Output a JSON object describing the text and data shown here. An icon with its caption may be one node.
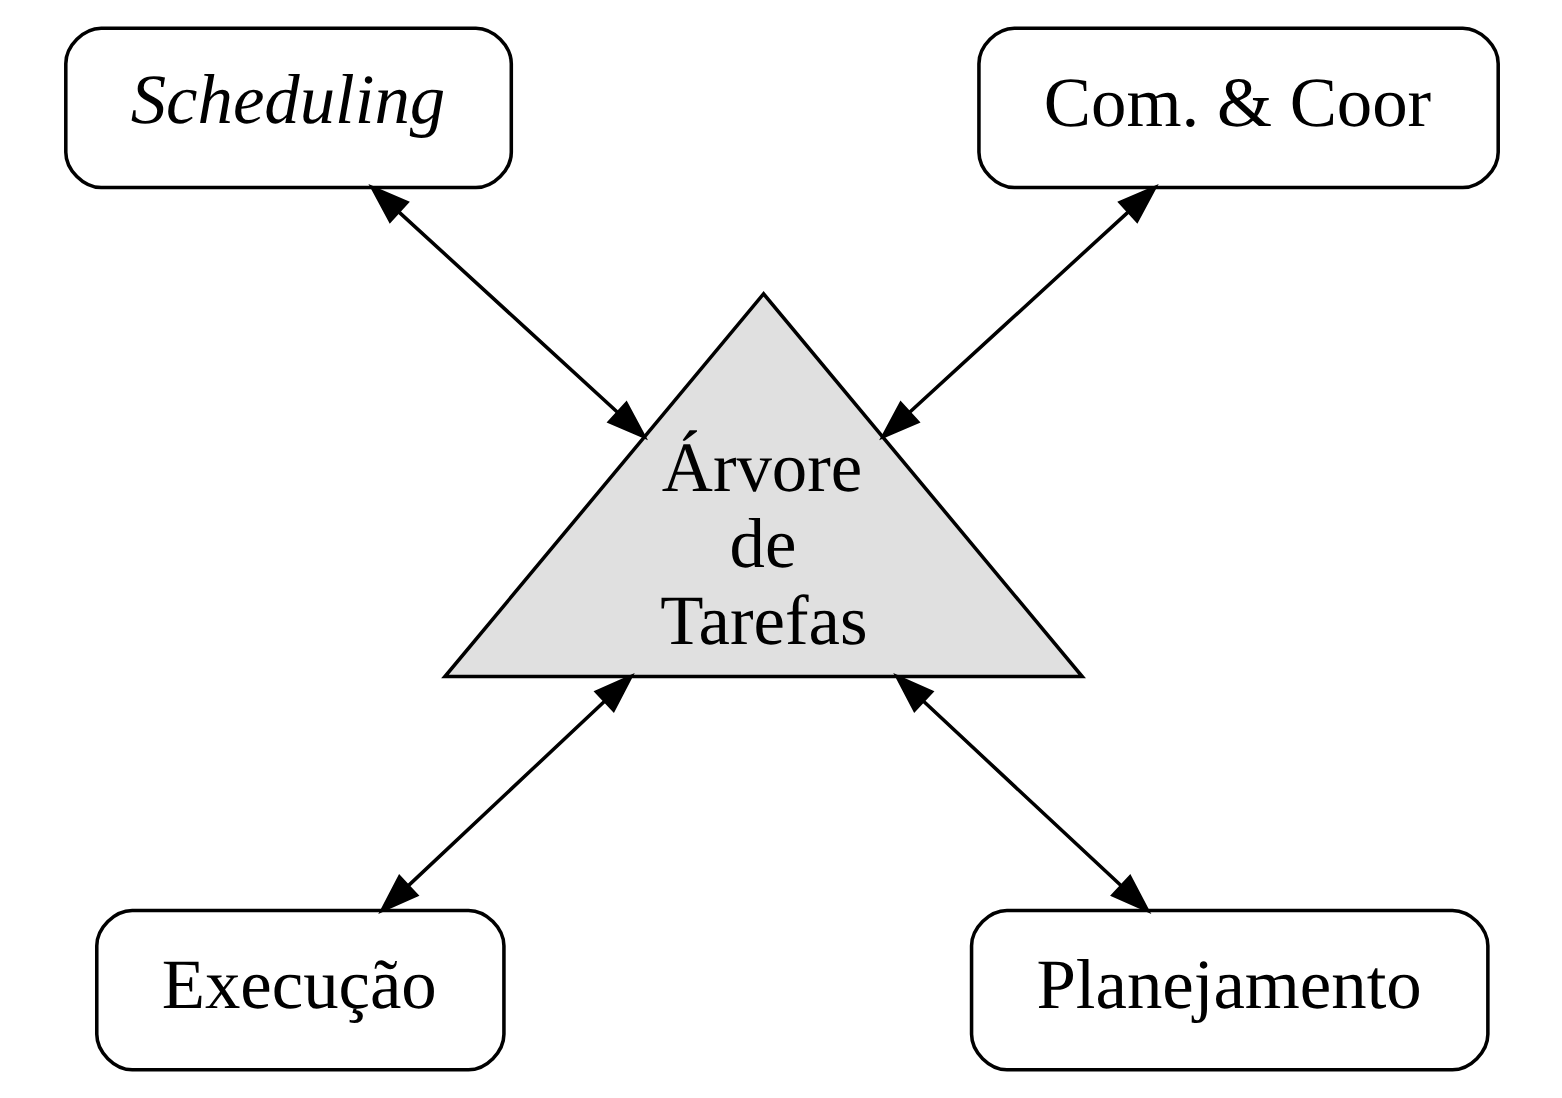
{
  "diagram": {
    "nodes": [
      {
        "text": [
          "Scheduling"
        ]
      },
      {
        "text": [
          "Com. & Coor"
        ]
      },
      {
        "text": [
          "Árvore de Tarefas"
        ]
      },
      {
        "text": [
          "Execução"
        ]
      },
      {
        "text": [
          "Planejamento"
        ]
      }
    ],
    "edges": [
      {
        "from": 0,
        "to": 2,
        "arrow": "both"
      },
      {
        "from": 1,
        "to": 2,
        "arrow": "both"
      },
      {
        "from": 2,
        "to": 3,
        "arrow": "both"
      },
      {
        "from": 2,
        "to": 4,
        "arrow": "both"
      }
    ]
  }
}
